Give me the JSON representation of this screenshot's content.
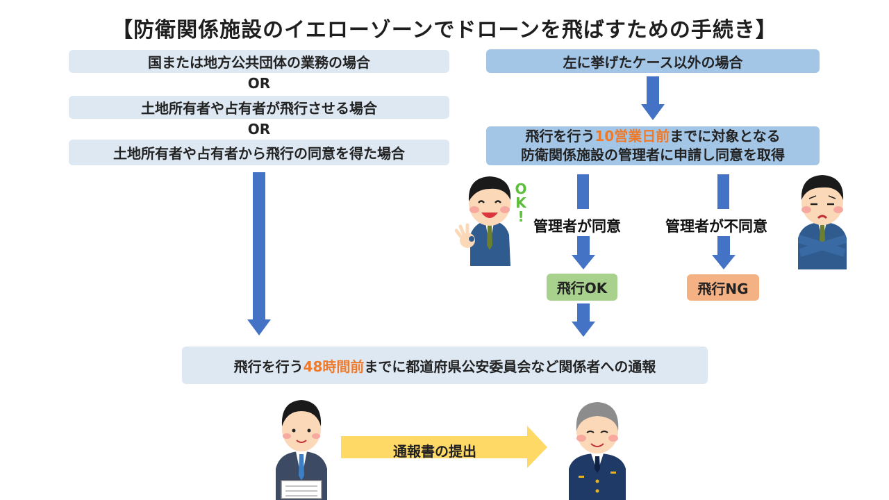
{
  "title": "【防衛関係施設のイエローゾーンでドローンを飛ばすための手続き】",
  "left_column": {
    "conditions": [
      "国または地方公共団体の業務の場合",
      "土地所有者や占有者が飛行させる場合",
      "土地所有者や占有者から飛行の同意を得た場合"
    ],
    "separator": "OR"
  },
  "right_column": {
    "case_label": "左に挙げたケース以外の場合",
    "application": {
      "line1_prefix": "飛行を行う",
      "line1_highlight": "10営業日前",
      "line1_suffix": "までに対象となる",
      "line2": "防衛関係施設の管理者に申請し同意を取得"
    },
    "agree_label": "管理者が同意",
    "disagree_label": "管理者が不同意",
    "ok_result": "飛行OK",
    "ng_result": "飛行NG",
    "ok_sign": "OK!"
  },
  "notification": {
    "prefix": "飛行を行う",
    "highlight": "48時間前",
    "suffix": "までに都道府県公安委員会など関係者への通報"
  },
  "submission_label": "通報書の提出",
  "colors": {
    "arrow_blue": "#4472c4",
    "highlight_orange": "#ee7a2c",
    "ok_green": "#a9d18e",
    "ng_orange": "#f4b183",
    "submit_yellow": "#ffd966",
    "light_box": "#dde8f3",
    "mid_box": "#a4c6e6"
  }
}
